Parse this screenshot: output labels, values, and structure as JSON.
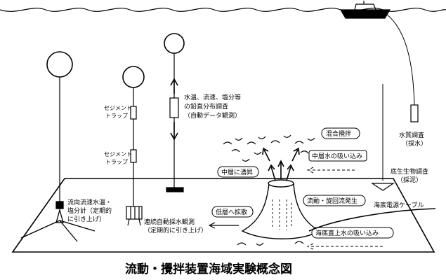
{
  "title": "流動・攪拌装置海域実験概念図",
  "labels": {
    "sediment_trap_upper_1": "セジメント",
    "sediment_trap_upper_2": "トラップ",
    "sediment_trap_lower_1": "セジメント",
    "sediment_trap_lower_2": "トラップ",
    "profile_1": "水温、流速、塩分等",
    "profile_2": "の鉛直分布調査",
    "profile_3": "（自動データ観測）",
    "water_quality_1": "水質調査",
    "water_quality_2": "（採水）",
    "mixing": "混合攪拌",
    "mid_layer_suction": "中層水の吸い込み",
    "rise_mid_layer": "中層に湧昇",
    "benthos_1": "底生生物調査",
    "benthos_2": "（採泥）",
    "flow_generation": "流動・旋回流発生",
    "diffuse_low_layer": "低層へ拡散",
    "meter_1": "流向流速水温・",
    "meter_2": "塩分計（定期的",
    "meter_3": "に引き上げ）",
    "sampler_1": "連続自動採水観測",
    "sampler_2": "（定期的に引き上げ）",
    "seabed_cable": "海底電源ケーブル",
    "bottom_suction": "海底直上水の吸い込み"
  }
}
